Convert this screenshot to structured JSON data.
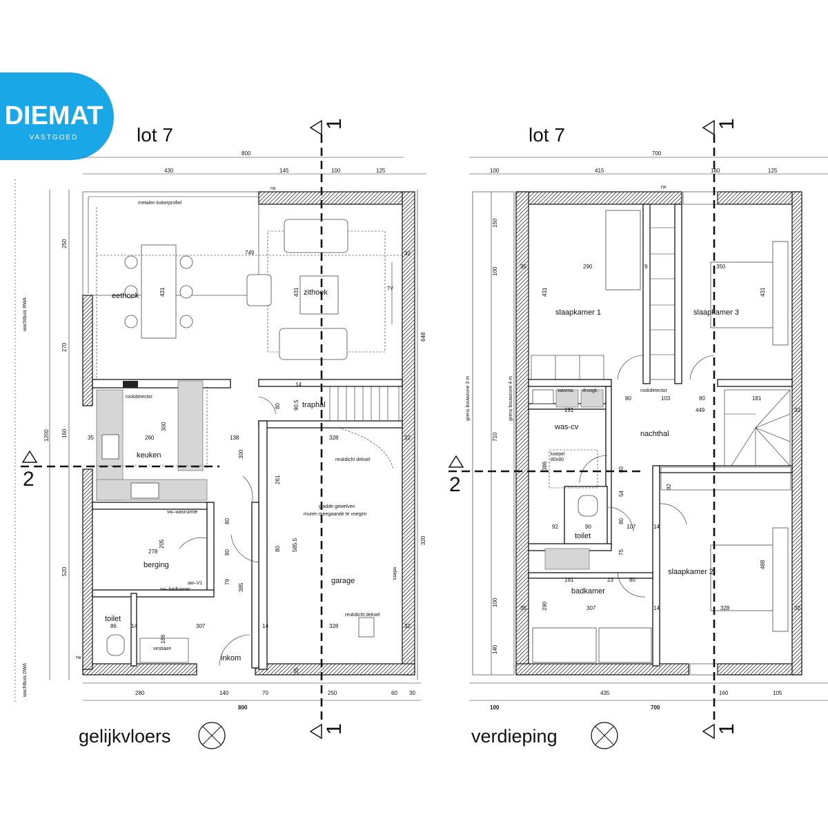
{
  "logo": {
    "name": "DIEMAT",
    "sub": "VASTGOED",
    "color": "#1aa7e8"
  },
  "left": {
    "lot": "lot 7",
    "floor_label": "gelijkvloers",
    "rooms": {
      "eethoek": "eethoek",
      "zithoek": "zithoek",
      "keuken": "keuken",
      "traphal": "traphal",
      "berging": "berging",
      "garage": "garage",
      "toilet": "toilet",
      "inkom": "inkom",
      "vestiaire": "vestiaire"
    },
    "notes": {
      "koker": "metalen kokerprofiel",
      "rook": "rookdetector",
      "deksel1": "reukdicht deksel",
      "deksel2": "reukdicht deksel",
      "gewelven1": "gladde gewelven",
      "gewelven2": "muren meegaande te voegen",
      "wasruimte": "vw–wasruimte",
      "awv1": "aw–V1",
      "vwbad": "vw–badkamer",
      "tellers": "tellers",
      "tv": "TV",
      "rwa": "wachtbuis RWA",
      "dwa": "wachtbuis DWA",
      "rw1": "rw",
      "rw2": "rw"
    },
    "dims_top": {
      "total": "800",
      "d1": "430",
      "d2": "145",
      "d3": "100",
      "d4": "125"
    },
    "dims_bottom": {
      "total": "800",
      "d1": "280",
      "d2": "140",
      "d3": "70",
      "d4": "250",
      "d5": "60",
      "d6": "30"
    },
    "dims_left": {
      "total": "1200",
      "d1": "250",
      "d2": "270",
      "d3": "160",
      "d4": "520"
    },
    "dims_right": {
      "d1": "648",
      "d2": "320"
    },
    "dims_inner": {
      "a749": "749",
      "a431a": "431",
      "a431b": "431",
      "a260": "260",
      "a300a": "300",
      "a138": "138",
      "a328a": "328",
      "a328b": "328",
      "a300b": "300",
      "a261": "261",
      "a585": "585.5",
      "a278": "278",
      "a205": "205",
      "a307": "307",
      "a86": "86",
      "a186": "186",
      "a385": "385",
      "a79": "79",
      "a80a": "80",
      "a80b": "80",
      "a80c": "80",
      "a80d": "80",
      "a90": "90.5",
      "a35a": "35",
      "a35b": "35",
      "a32a": "32",
      "a32b": "32",
      "a32c": "32",
      "a14a": "14",
      "a14b": "14",
      "a14c": "14"
    }
  },
  "right": {
    "lot": "lot 7",
    "floor_label": "verdieping",
    "rooms": {
      "s1": "slaapkamer 1",
      "s3": "slaapkamer 3",
      "s2": "slaapkamer 2",
      "wascv": "was-cv",
      "nachthal": "nachthal",
      "toilet": "toilet",
      "badkamer": "badkamer"
    },
    "notes": {
      "rook": "rookdetector",
      "wasma": "wasma.",
      "droog": "droogk.",
      "koepel1": "koepel",
      "koepel2": "80x80",
      "bouwzone3": "grens bouwzone 3 m",
      "bouwzone4": "grens bouwzone 4 m",
      "rw": "rw"
    },
    "dims_top": {
      "total": "700",
      "d0": "100",
      "d1": "415",
      "d2": "160",
      "d3": "125"
    },
    "dims_bottom": {
      "total": "700",
      "d0": "100",
      "d1": "435",
      "d2": "160",
      "d3": "105"
    },
    "dims_left": {
      "d1": "150",
      "d2": "100",
      "d3": "710",
      "d4": "100",
      "d5": "140"
    },
    "dims_inner": {
      "b290a": "290",
      "b350": "350",
      "b431a": "431",
      "b431b": "431",
      "b191a": "191",
      "b449": "449",
      "b103": "103",
      "b80a": "80",
      "b80b": "80",
      "b181": "181",
      "b386": "386",
      "b92a": "92",
      "b92b": "92",
      "b90": "90",
      "b107": "107",
      "b191b": "191",
      "b23": "23",
      "b307": "307",
      "b328": "328",
      "b290b": "290",
      "b488": "488",
      "b54": "54",
      "b75": "75",
      "b80c": "80",
      "b80d": "80",
      "b80e": "80",
      "b35a": "35",
      "b35b": "35",
      "b9": "9",
      "b14a": "14",
      "b14b": "14",
      "b32a": "32",
      "b32b": "32"
    }
  },
  "section_marks": {
    "one": "1",
    "two": "2"
  }
}
